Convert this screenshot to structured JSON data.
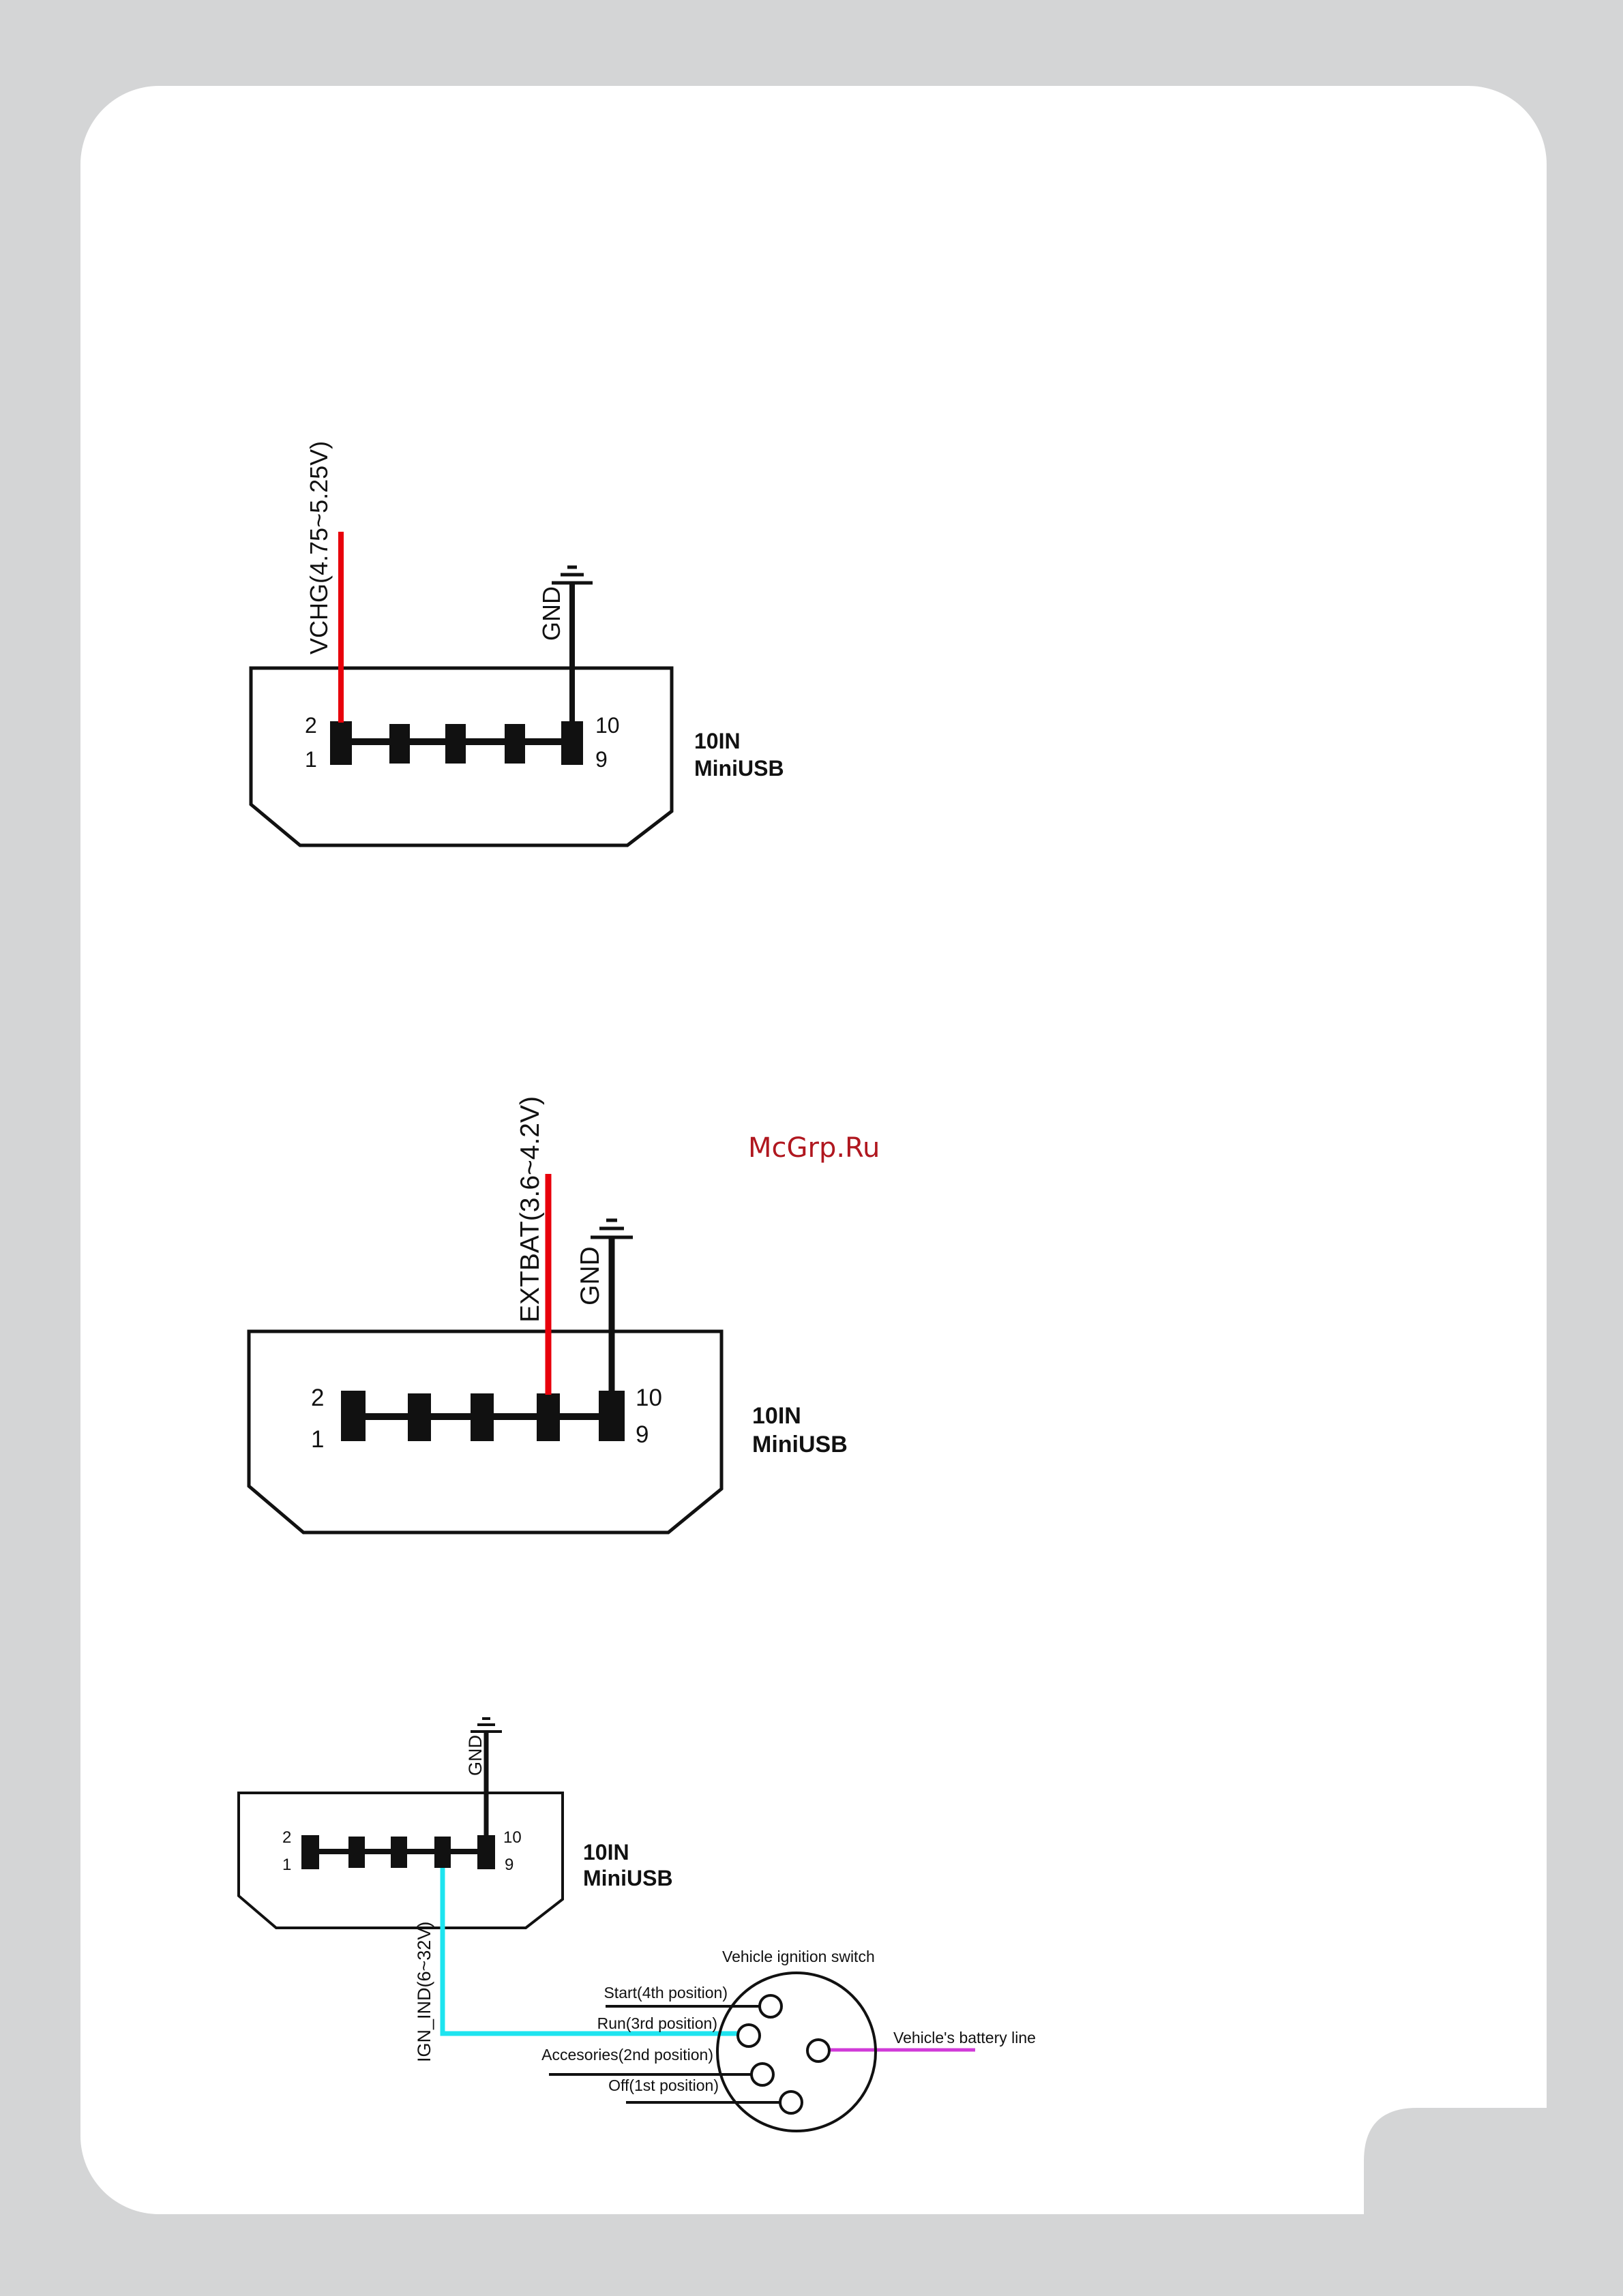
{
  "watermark": "McGrp.Ru",
  "colors": {
    "background": "#d4d5d6",
    "page": "#ffffff",
    "power_wire": "#e8000b",
    "ground_wire": "#111111",
    "ignition_wire": "#1ee4ef",
    "battery_wire": "#d03ad8",
    "watermark": "#b0171f"
  },
  "diagrams": [
    {
      "connector_name": [
        "10IN",
        "MiniUSB"
      ],
      "pins": {
        "top_left": "2",
        "bottom_left": "1",
        "top_right": "10",
        "bottom_right": "9"
      },
      "signal_label": "VCHG(4.75~5.25V)",
      "ground_label": "GND"
    },
    {
      "connector_name": [
        "10IN",
        "MiniUSB"
      ],
      "pins": {
        "top_left": "2",
        "bottom_left": "1",
        "top_right": "10",
        "bottom_right": "9"
      },
      "signal_label": "EXTBAT(3.6~4.2V)",
      "ground_label": "GND"
    },
    {
      "connector_name": [
        "10IN",
        "MiniUSB"
      ],
      "pins": {
        "top_left": "2",
        "bottom_left": "1",
        "top_right": "10",
        "bottom_right": "9"
      },
      "signal_label": "IGN_IND(6~32V)",
      "ground_label": "GND",
      "ignition_switch": {
        "title": "Vehicle ignition switch",
        "positions": [
          "Start(4th position)",
          "Run(3rd position)",
          "Accesories(2nd position)",
          "Off(1st position)"
        ],
        "battery_label": "Vehicle's battery line"
      }
    }
  ]
}
